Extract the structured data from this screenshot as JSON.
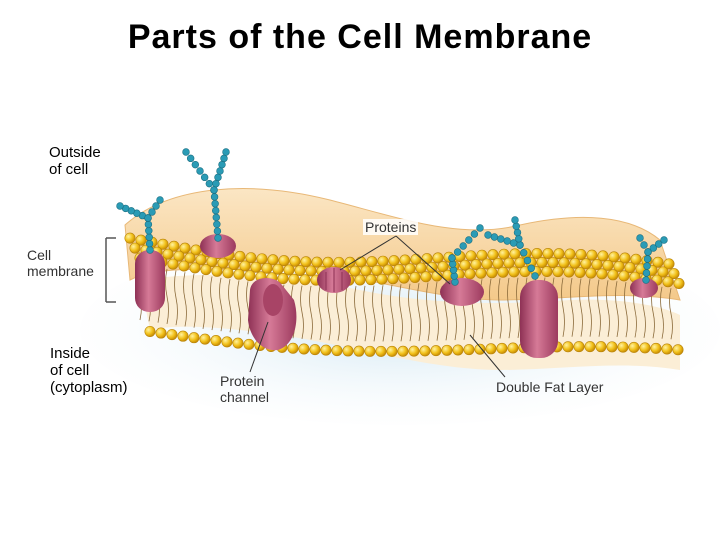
{
  "title": "Parts of the Cell Membrane",
  "labels": {
    "outside": "Outside\nof cell",
    "membrane": "Cell\nmembrane",
    "inside": "Inside\nof cell\n(cytoplasm)",
    "proteins": "Proteins",
    "channel": "Protein\nchannel",
    "double_fat": "Double Fat Layer"
  },
  "colors": {
    "membrane_top": "#f8d9a8",
    "phospholipid_head": "#f2c11a",
    "protein": "#c05a7c",
    "glyco": "#2a9bb5",
    "shadow": "#cfe6f2"
  }
}
